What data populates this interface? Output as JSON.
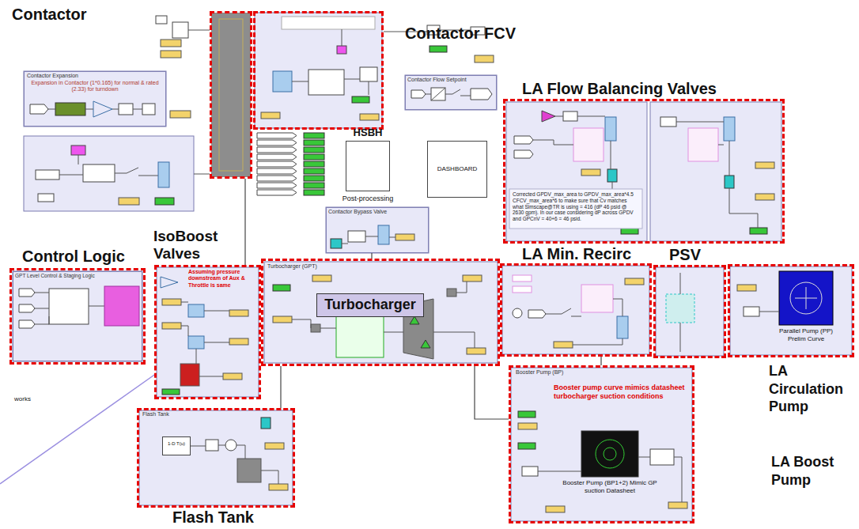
{
  "diagram": {
    "nodes": [
      {
        "text": [
          "Contactor"
        ]
      },
      {
        "text": [
          "Contactor FCV"
        ]
      },
      {
        "text": [
          "Contactor Expansion",
          "Expansion in Contactor (1*0.165) for normal & rated (2.33) for turndown"
        ]
      },
      {
        "text": [
          "HSBH",
          "Post-processing"
        ]
      },
      {
        "text": [
          "DASHBOARD"
        ]
      },
      {
        "text": [
          "Contactor Flow Setpoint"
        ]
      },
      {
        "text": [
          "LA Flow Balancing Valves",
          "Corrected GPDV_max_area to GPDV_max_area*4.5 CFCV_max_area*6 to make sure that Cv matches what Simscape@TR is using = 416 (dP 46 psid @ 2630 gpm). In our case considering dP across GPDV and GPCnV = 40+6 = 46 psid."
        ]
      },
      {
        "text": [
          "Contactor Bypass Valve"
        ]
      },
      {
        "text": [
          "Control Logic"
        ]
      },
      {
        "text": [
          "GPT Level Control & Staging Logic"
        ],
        "in": 8
      },
      {
        "text": [
          "IsoBoost Valves",
          "Assuming pressure downstream of Aux & Throttle is same"
        ]
      },
      {
        "text": [
          "Turbocharger (GPT)"
        ]
      },
      {
        "text": [
          "Turbocharger"
        ],
        "in": 11
      },
      {
        "text": [
          "LA Min. Recirc"
        ]
      },
      {
        "text": [
          "PSV"
        ]
      },
      {
        "text": [
          "LA Circulation Pump"
        ]
      },
      {
        "text": [
          "Parallel Pump (PP) Prelim Curve"
        ],
        "in": 15
      },
      {
        "text": [
          "LA Boost Pump",
          "Booster Pump (BP)",
          "Booster pump curve mimics datasheet turbocharger suction conditions"
        ]
      },
      {
        "text": [
          "Booster Pump (BP1+2) Mimic GP suction Datasheet"
        ],
        "in": 17
      },
      {
        "text": [
          "Flash Tank",
          "Flash Tank"
        ]
      },
      {
        "text": [
          "1-D T(u)"
        ],
        "in": 19
      }
    ],
    "edges": [
      {
        "from": 0,
        "to": 10,
        "arrow": "none"
      },
      {
        "from": 7,
        "to": 11,
        "arrow": "none"
      },
      {
        "from": 11,
        "to": 19,
        "arrow": "none"
      },
      {
        "from": 17,
        "to": 11,
        "arrow": "none"
      },
      {
        "from": 17,
        "to": 13,
        "arrow": "none"
      }
    ],
    "labels": [
      "works"
    ]
  }
}
